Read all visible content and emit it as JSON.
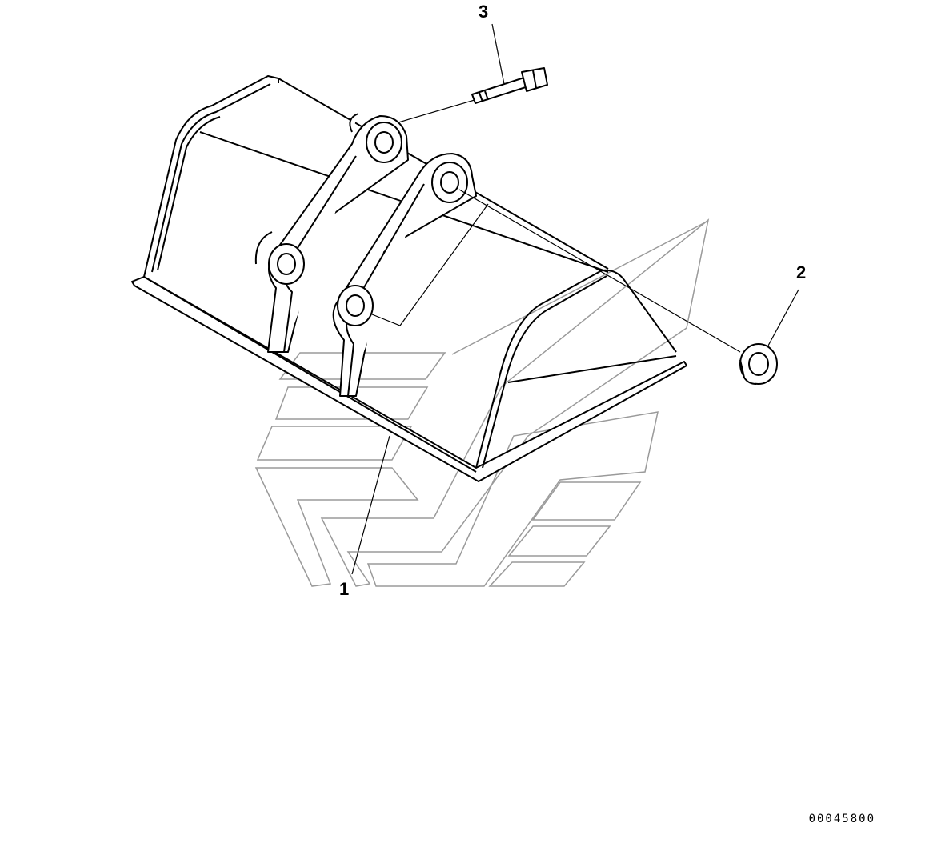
{
  "callouts": {
    "part_1": "1",
    "part_2": "2",
    "part_3": "3"
  },
  "drawing_code": "00045800",
  "colors": {
    "line": "#000000",
    "watermark": "#9a9a9a",
    "background": "#ffffff"
  }
}
